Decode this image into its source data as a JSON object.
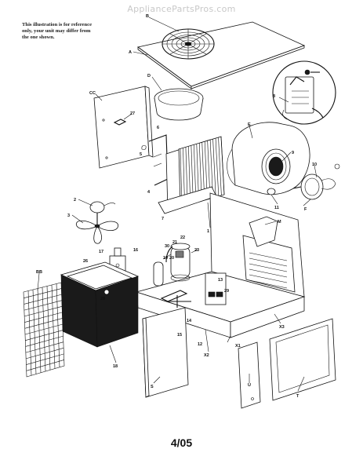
{
  "watermark": "AppliancePartsPros.com",
  "note": {
    "line1": "This illustration is for reference",
    "line2": "only, your unit may differ from",
    "line3": "the one shown."
  },
  "footer": {
    "date_code": "4/05"
  },
  "callouts": {
    "A": "A",
    "B": "B",
    "CC": "CC",
    "D": "D",
    "E": "E",
    "F": "F",
    "M": "M",
    "BB": "BB",
    "S": "S",
    "T": "T",
    "U": "U",
    "X1": "X1",
    "X2": "X2",
    "X3": "X3",
    "n2": "2",
    "n3": "3",
    "n4": "4",
    "n5": "5",
    "n6": "6",
    "n7": "7",
    "n8": "8",
    "n9": "9",
    "n10": "10",
    "n11": "11",
    "n12": "12",
    "n13": "13",
    "n14": "14",
    "n15": "15",
    "n16": "16",
    "n17": "17",
    "n18": "18",
    "n19": "19",
    "n20": "20",
    "n21": "21",
    "n22": "22",
    "n23": "23",
    "n26": "26",
    "n27": "27",
    "n28": "28",
    "n29": "29",
    "n30": "30",
    "n1": "1"
  }
}
